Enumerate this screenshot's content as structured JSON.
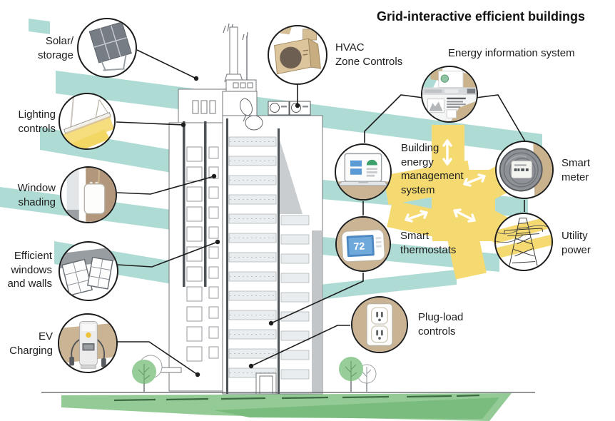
{
  "title": "Grid-interactive efficient buildings",
  "colors": {
    "teal_band": "#aedbd4",
    "energy_flow_yellow": "#f5da72",
    "circle_tan": "#cbb493",
    "lawn_green": "#94ca96",
    "connector_black": "#1d1d1d"
  },
  "callouts": {
    "solar_storage": {
      "label": "Solar/\nstorage",
      "icon": "solar-panel-icon"
    },
    "lighting_controls": {
      "label": "Lighting\ncontrols",
      "icon": "light-fixture-icon"
    },
    "window_shading": {
      "label": "Window\nshading",
      "icon": "window-shade-icon"
    },
    "efficient_windows_walls": {
      "label": "Efficient\nwindows\nand walls",
      "icon": "open-window-icon"
    },
    "ev_charging": {
      "label": "EV\nCharging",
      "icon": "ev-charger-icon"
    },
    "hvac_zone_controls": {
      "label": "HVAC\nZone Controls",
      "icon": "hvac-unit-icon"
    },
    "energy_information_system": {
      "label": "Energy information system",
      "icon": "dashboard-icon"
    },
    "building_energy_management_system": {
      "label": "Building\nenergy\nmanagement\nsystem",
      "icon": "laptop-icon"
    },
    "smart_meter": {
      "label": "Smart\nmeter",
      "icon": "smart-meter-icon"
    },
    "smart_thermostats": {
      "label": "Smart\nthermostats",
      "icon": "thermostat-icon",
      "thermostat_reading": "72"
    },
    "utility_power": {
      "label": "Utility\npower",
      "icon": "transmission-tower-icon"
    },
    "plug_load_controls": {
      "label": "Plug-load\ncontrols",
      "icon": "outlet-icon"
    }
  }
}
